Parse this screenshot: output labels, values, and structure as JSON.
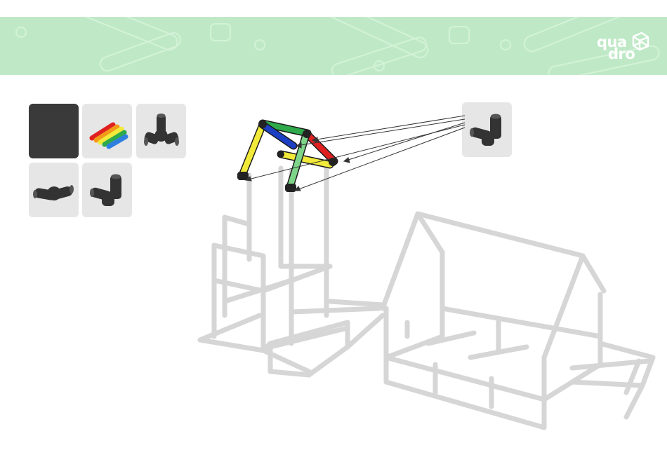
{
  "logo": {
    "line1": "qua",
    "line2": "dro"
  },
  "colors": {
    "banner": "#bfe9c6",
    "tile_bg": "#e6e6e6",
    "tile_dark": "#3a3a3a",
    "frame_pipe": "#d6d6d6",
    "pipe_yellow": "#f2ea3a",
    "pipe_green": "#2eaa4a",
    "pipe_blue": "#1c3fc4",
    "pipe_red": "#e02020",
    "pipe_light_green": "#7ed58a",
    "connector": "#2a2a2a"
  },
  "palette": [
    {
      "id": "dark-square",
      "icon": "blank-swatch-icon"
    },
    {
      "id": "tubes",
      "icon": "colored-tubes-icon"
    },
    {
      "id": "tee-connector",
      "icon": "tee-connector-icon"
    },
    {
      "id": "elbow-connector",
      "icon": "elbow-connector-icon"
    },
    {
      "id": "corner-connector",
      "icon": "corner-connector-icon"
    }
  ],
  "callout": {
    "icon": "corner-connector-icon",
    "arrow_count": 5
  }
}
